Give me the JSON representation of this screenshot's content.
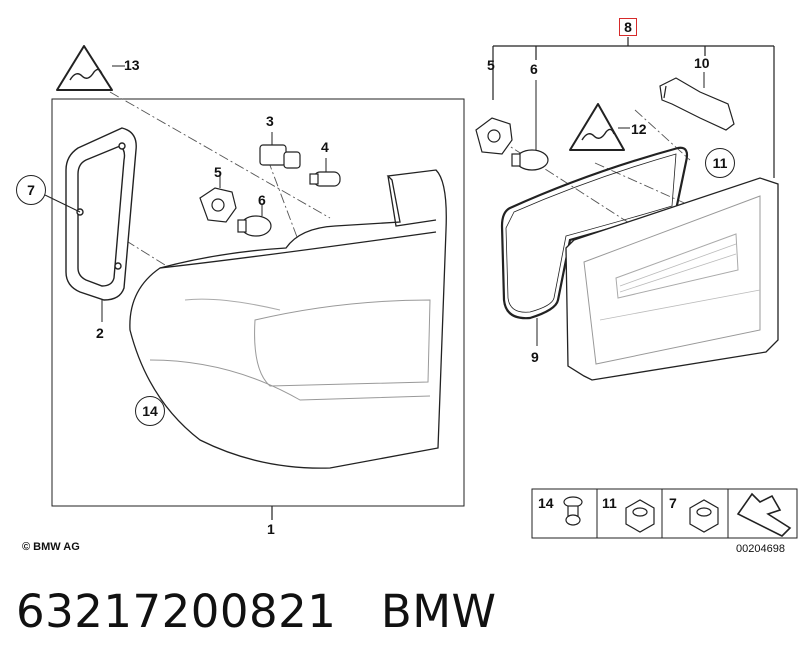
{
  "callouts": {
    "c1": "1",
    "c2": "2",
    "c3": "3",
    "c4": "4",
    "c5a": "5",
    "c6a": "6",
    "c7": "7",
    "c8": "8",
    "c5b": "5",
    "c6b": "6",
    "c9": "9",
    "c10": "10",
    "c11": "11",
    "c12": "12",
    "c13": "13",
    "c14": "14"
  },
  "hardware_table": {
    "items": [
      "14",
      "11",
      "7"
    ]
  },
  "copyright": "© BMW AG",
  "diagram_id": "00204698",
  "footer": {
    "part_number": "63217200821",
    "brand": "BMW"
  },
  "colors": {
    "highlight_box": "#d62a2a",
    "line": "#222222",
    "lens_shade": "#c8c8c8"
  }
}
